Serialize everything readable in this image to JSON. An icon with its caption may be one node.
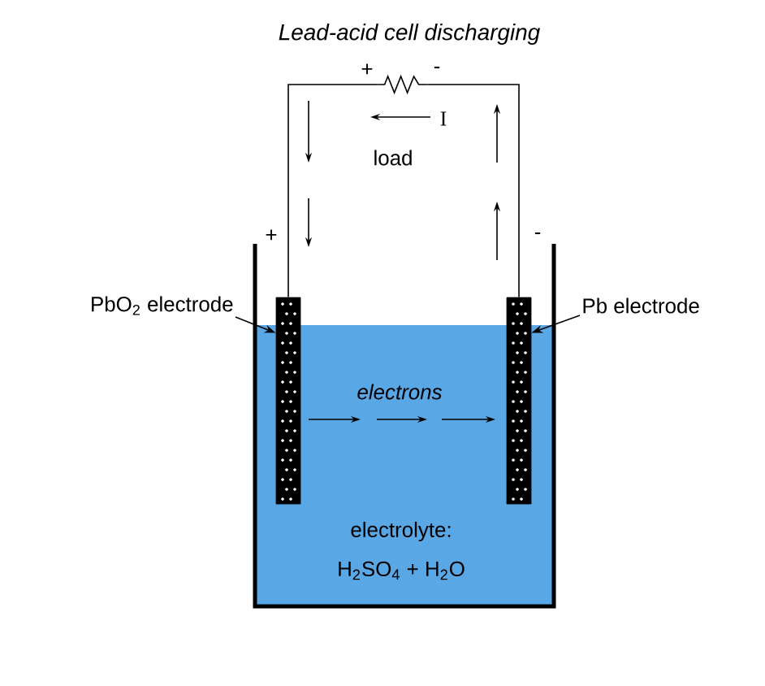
{
  "diagram": {
    "title": "Lead-acid cell discharging",
    "nodes": [
      {
        "text": [
          "PbO$_{2}$ electrode"
        ]
      },
      {
        "text": [],
        "shape": "bar"
      },
      {
        "text": [
          "Pb electrode"
        ]
      },
      {
        "text": [],
        "shape": "bar"
      },
      {
        "text": [],
        "shape": "resistor"
      }
    ],
    "edges": [
      {
        "from": 0,
        "to": 1,
        "arrow": "to"
      },
      {
        "from": 2,
        "to": 3,
        "arrow": "to"
      },
      {
        "from": 1,
        "to": 4,
        "arrow": "none"
      },
      {
        "from": 4,
        "to": 3,
        "arrow": "none"
      }
    ],
    "labels": [
      "+",
      "-",
      "I",
      "load",
      "+",
      "-",
      "electrons",
      "electrolyte:",
      "H$_{2}$SO$_{4}$ + H$_{2}$O"
    ]
  }
}
